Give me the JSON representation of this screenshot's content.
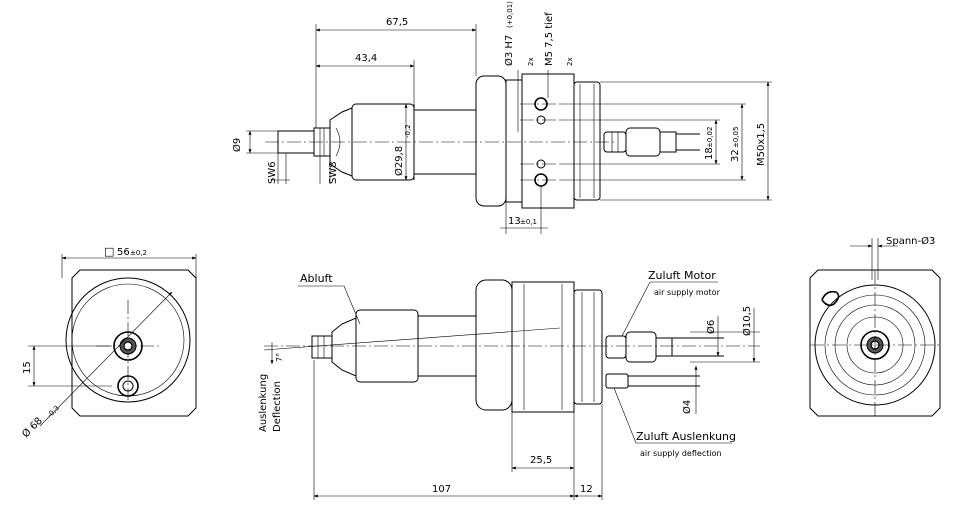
{
  "dimensions": {
    "top_len_total": "67,5",
    "top_len_body": "43,4",
    "pin_dia": "Ø9",
    "sw6": "SW6",
    "sw8": "SW8",
    "body_dia": "Ø29,8",
    "body_dia_tol": "-0,2",
    "bore": "Ø3 H7",
    "bore_tol": "(+0,01)",
    "thread": "M5 7,5 tief",
    "count_2x_a": "2x",
    "count_2x_b": "2x",
    "spacing_18": "18",
    "spacing_18_tol": "±0,02",
    "spacing_32": "32",
    "spacing_32_tol": "±0,05",
    "thread_m50": "M50x1,5",
    "flange_13": "13",
    "flange_13_tol": "±0,1",
    "square_56": "56",
    "square_56_tol": "±0,2",
    "offset_15": "15",
    "dia_68": "Ø 68",
    "dia_68_tol": "-0,3",
    "deflection_angle": "7°",
    "len_107": "107",
    "len_12": "12",
    "len_25_5": "25,5",
    "dia_10_5": "Ø10,5",
    "dia_6": "Ø6",
    "dia_4": "Ø4",
    "spann": "Spann-Ø3"
  },
  "labels": {
    "abluft": "Abluft",
    "zuluft_motor": "Zuluft Motor",
    "air_supply_motor": "air supply motor",
    "zuluft_auslenkung": "Zuluft Auslenkung",
    "air_supply_deflection": "air supply deflection",
    "auslenkung": "Auslenkung",
    "deflection": "Deflection"
  },
  "symbols": {
    "square": "□"
  }
}
